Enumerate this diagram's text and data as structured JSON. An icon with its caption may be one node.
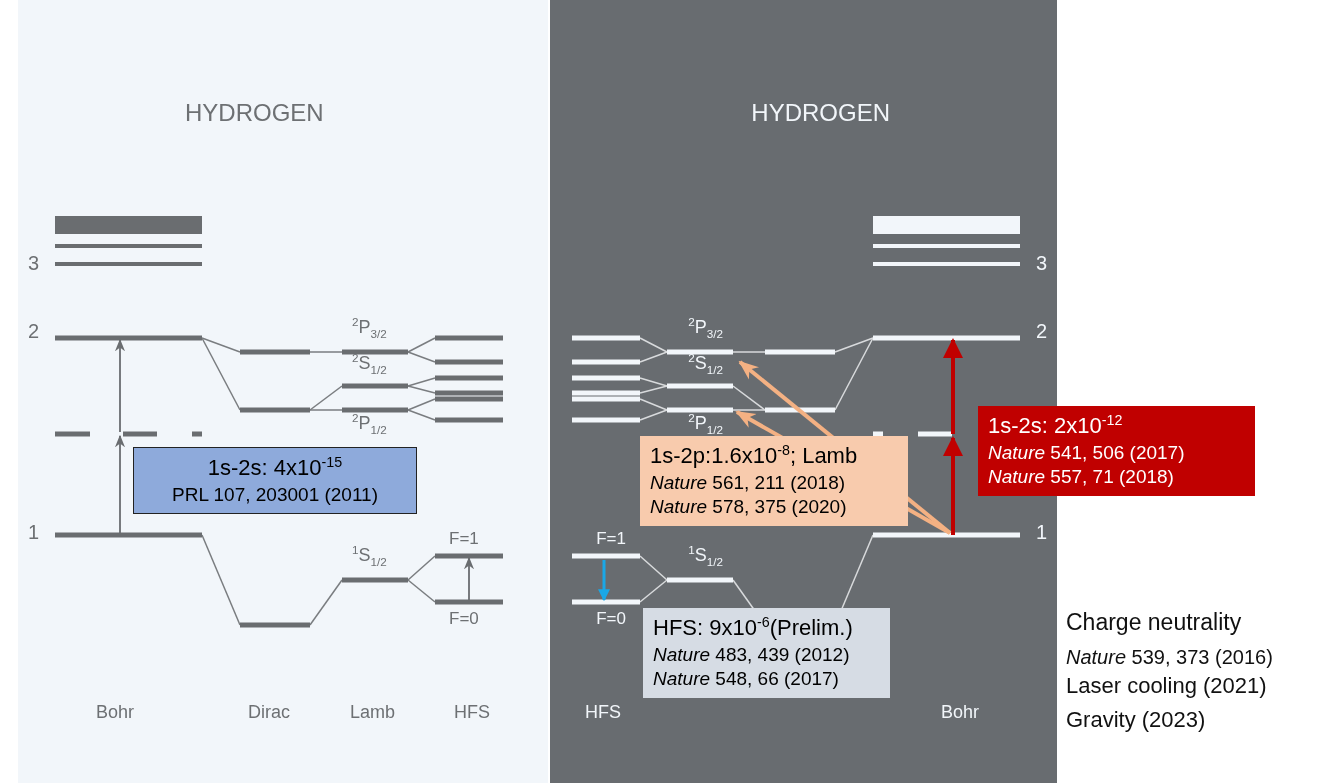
{
  "diagram": {
    "nodes": [
      {
        "text": [
          "1s-2s: 4x10$^{-15}$",
          "PRL 107, 203001 (2011)"
        ]
      },
      {
        "text": [
          "1s-2p:1.6x10$^{-8}$; Lamb",
          "*Nature* 561, 211 (2018)",
          "*Nature* 578, 375 (2020)"
        ]
      },
      {
        "text": [
          "1s-2s: 2x10$^{-12}$",
          "*Nature* 541, 506 (2017)",
          "*Nature* 557, 71 (2018)"
        ]
      },
      {
        "text": [
          "HFS: 9x10$^{-6}$(Prelim.)",
          "*Nature* 483, 439 (2012)",
          "*Nature* 548, 66 (2017)"
        ]
      }
    ],
    "labels": [
      "HYDROGEN",
      "3",
      "2",
      "1",
      "$^{2}$P$_{3/2}$",
      "$^{2}$S$_{1/2}$",
      "$^{2}$P$_{1/2}$",
      "$^{1}$S$_{1/2}$",
      "F=1",
      "F=0",
      "Bohr",
      "Dirac",
      "Lamb",
      "HFS",
      "HYDROGEN",
      "3",
      "2",
      "1",
      "$^{2}$P$_{3/2}$",
      "$^{2}$S$_{1/2}$",
      "$^{2}$P$_{1/2}$",
      "$^{1}$S$_{1/2}$",
      "F=1",
      "F=0",
      "HFS",
      "Bohr",
      "Charge neutrality",
      "*Nature* 539, 373 (2016)",
      "Laser cooling (2021)",
      "Gravity (2023)"
    ]
  }
}
